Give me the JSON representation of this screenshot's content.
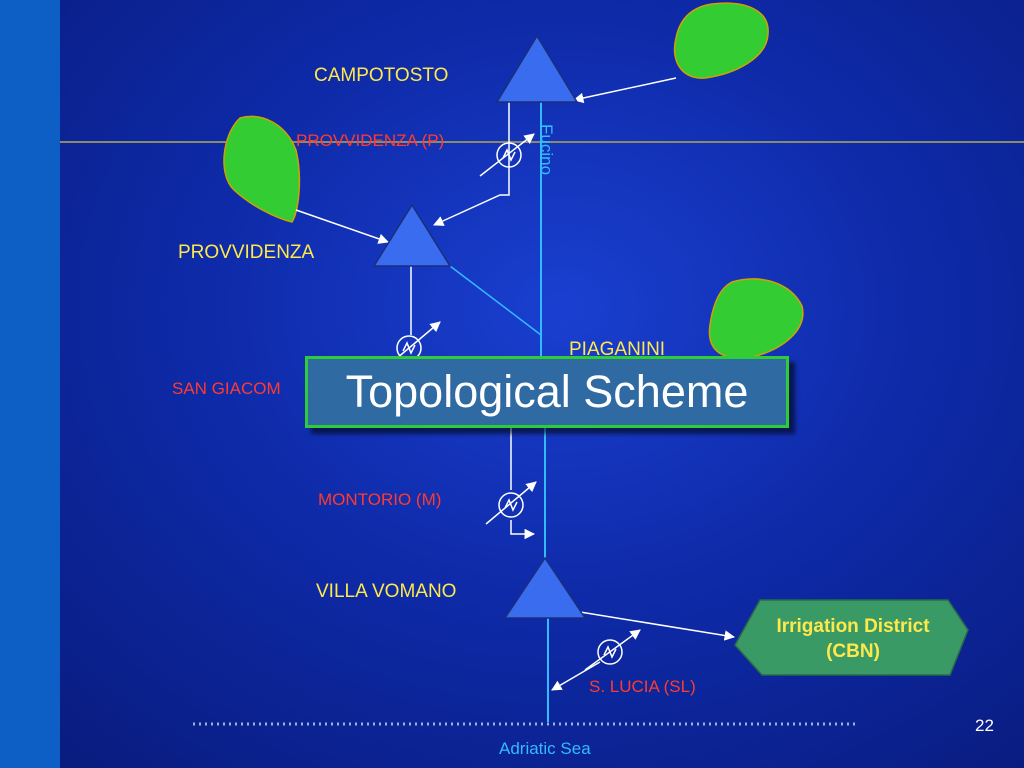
{
  "title": "Topological Scheme",
  "reservoirs": {
    "campotosto": "CAMPOTOSTO",
    "provvidenza": "PROVVIDENZA",
    "piaganini": "PIAGANINI",
    "villa_vomano": "VILLA VOMANO"
  },
  "plants": {
    "provvidenza_p": "PROVVIDENZA (P)",
    "san_giacomo": "SAN GIACOM",
    "montorio": "MONTORIO (M)",
    "s_lucia": "S. LUCIA (SL)"
  },
  "river_label": "Fucino",
  "irrigation": {
    "line1": "Irrigation District",
    "line2": "(CBN)"
  },
  "sea_label": "Adriatic Sea",
  "slide_number": "22",
  "colors": {
    "background": "#0e2aa8",
    "left_bar": "#0d5fc6",
    "reservoir": "#3a6cf0",
    "catchment": "#33cc33",
    "district": "#3a9a66",
    "river": "#33bbff",
    "label_yellow": "#ffe94a",
    "label_red": "#ff3b2f"
  }
}
